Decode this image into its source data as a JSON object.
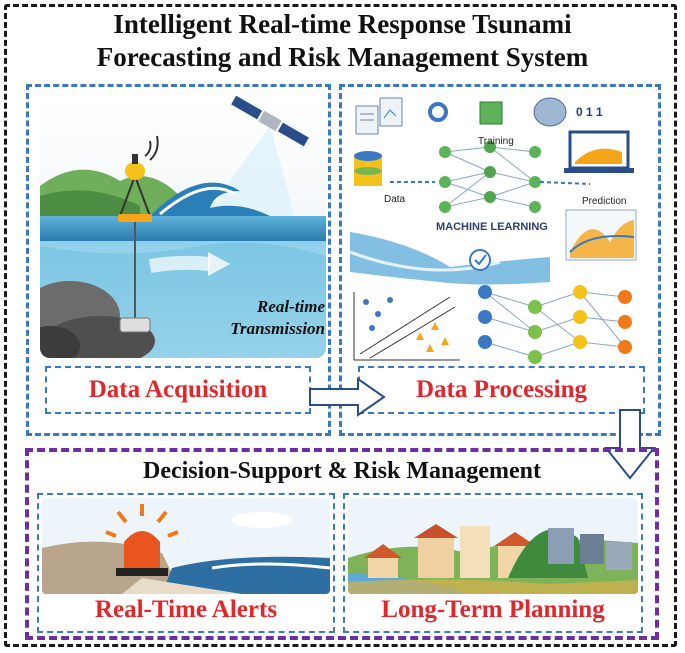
{
  "title_line1": "Intelligent Real-time Response Tsunami",
  "title_line2": "Forecasting and Risk Management System",
  "acquisition": {
    "transmission_line1": "Real-time",
    "transmission_line2": "Transmission",
    "label": "Data Acquisition"
  },
  "processing": {
    "training": "Training",
    "data": "Data",
    "prediction": "Prediction",
    "machine_learning": "MACHINE LEARNING",
    "binary": "0 1 1",
    "label": "Data Processing"
  },
  "decision": {
    "title": "Decision-Support & Risk Management",
    "alerts_label": "Real-Time Alerts",
    "planning_label": "Long-Term Planning"
  },
  "colors": {
    "panel_border": "#3a78c4",
    "decision_border": "#6a2fa3",
    "label_text": "#e3262a"
  }
}
